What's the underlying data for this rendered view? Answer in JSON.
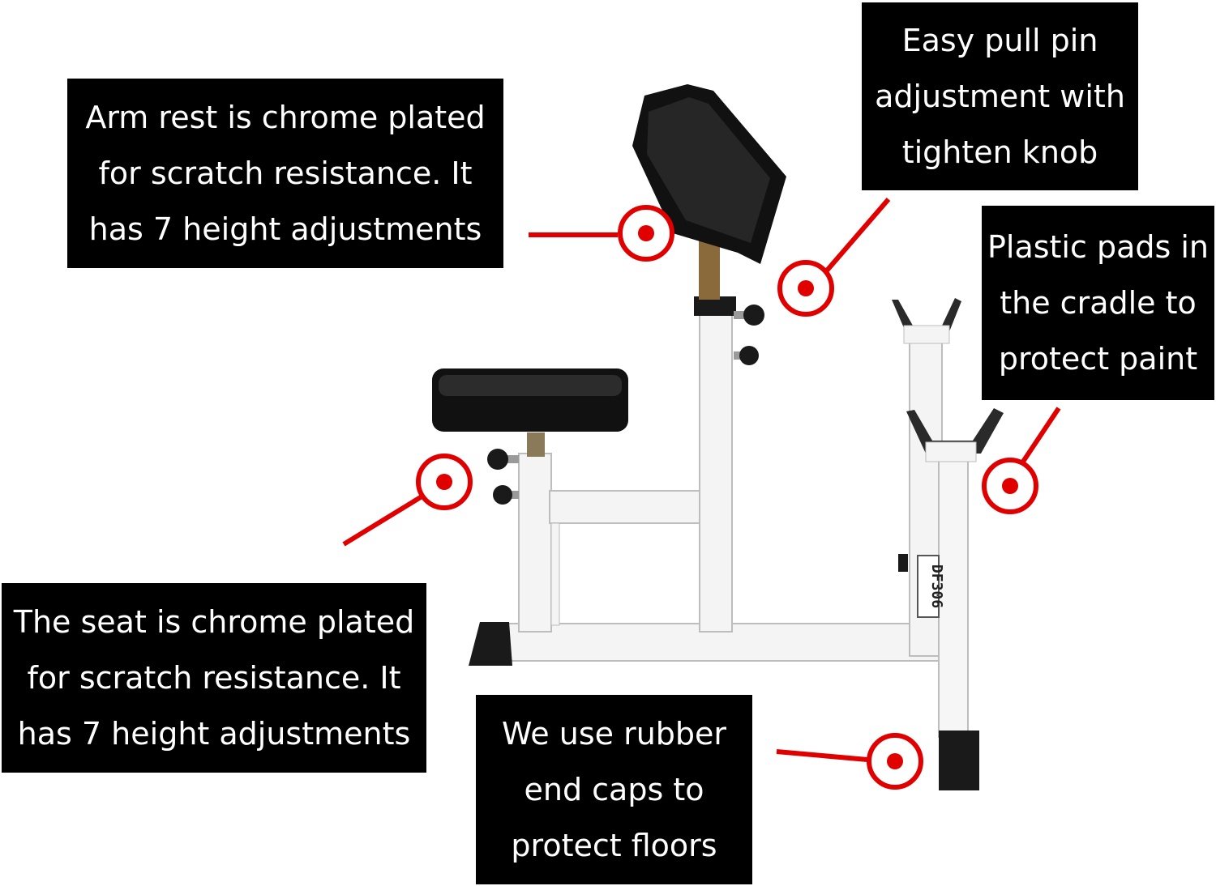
{
  "callouts": {
    "arm_rest": {
      "lines": [
        "Arm rest is chrome plated",
        "for scratch resistance. It",
        "has 7 height adjustments"
      ]
    },
    "pull_pin": {
      "lines": [
        "Easy pull pin",
        "adjustment with",
        "tighten knob"
      ]
    },
    "plastic_pads": {
      "lines": [
        "Plastic pads in",
        "the cradle to",
        "protect paint"
      ]
    },
    "seat": {
      "lines": [
        "The seat is chrome plated",
        "for scratch resistance. It",
        "has 7 height adjustments"
      ]
    },
    "end_caps": {
      "lines": [
        "We use rubber",
        "end caps to",
        "protect floors"
      ]
    }
  },
  "product": {
    "model_label": "DF306"
  },
  "colors": {
    "callout_bg": "#000000",
    "callout_text": "#ffffff",
    "marker_red": "#e00000",
    "frame_white": "#f4f4f4",
    "pad_black": "#111111"
  }
}
